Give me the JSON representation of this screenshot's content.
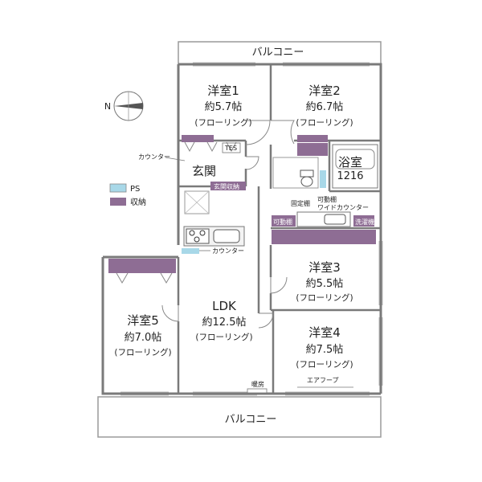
{
  "rooms": {
    "yoshitsu1": {
      "name": "洋室1",
      "size": "約5.7帖",
      "type": "(フローリング)"
    },
    "yoshitsu2": {
      "name": "洋室2",
      "size": "約6.7帖",
      "type": "(フローリング)"
    },
    "yoshitsu3": {
      "name": "洋室3",
      "size": "約5.5帖",
      "type": "(フローリング)"
    },
    "yoshitsu4": {
      "name": "洋室4",
      "size": "約7.5帖",
      "type": "(フローリング)"
    },
    "yoshitsu5": {
      "name": "洋室5",
      "size": "約7.0帖",
      "type": "(フローリング)"
    },
    "ldk": {
      "name": "LDK",
      "size": "約12.5帖",
      "type": "(フローリング)"
    },
    "bath": {
      "name": "浴室",
      "size": "1216"
    },
    "genkan": {
      "name": "玄関"
    }
  },
  "labels": {
    "balcony_top": "バルコニー",
    "balcony_bottom": "バルコニー",
    "counter_top": "カウンター",
    "counter_kitchen": "カウンター",
    "tes": "TES",
    "genkan_storage": "玄関収納",
    "fixed_shelf": "固定棚",
    "movable_shelf_wide_counter_1": "可動棚",
    "movable_shelf_wide_counter_2": "ワイドカウンター",
    "movable_shelf": "可動棚",
    "washing_machine": "洗濯機",
    "heater": "暖房",
    "air_hook": "エアフープ",
    "compass_n": "N"
  },
  "legend": [
    {
      "label": "PS",
      "color": "#a8d8e8"
    },
    {
      "label": "収納",
      "color": "#8e6d94"
    }
  ],
  "colors": {
    "wall": "#7a7a7a",
    "storage": "#8e6d94",
    "ps": "#a8d8e8",
    "floor": "#ffffff"
  }
}
